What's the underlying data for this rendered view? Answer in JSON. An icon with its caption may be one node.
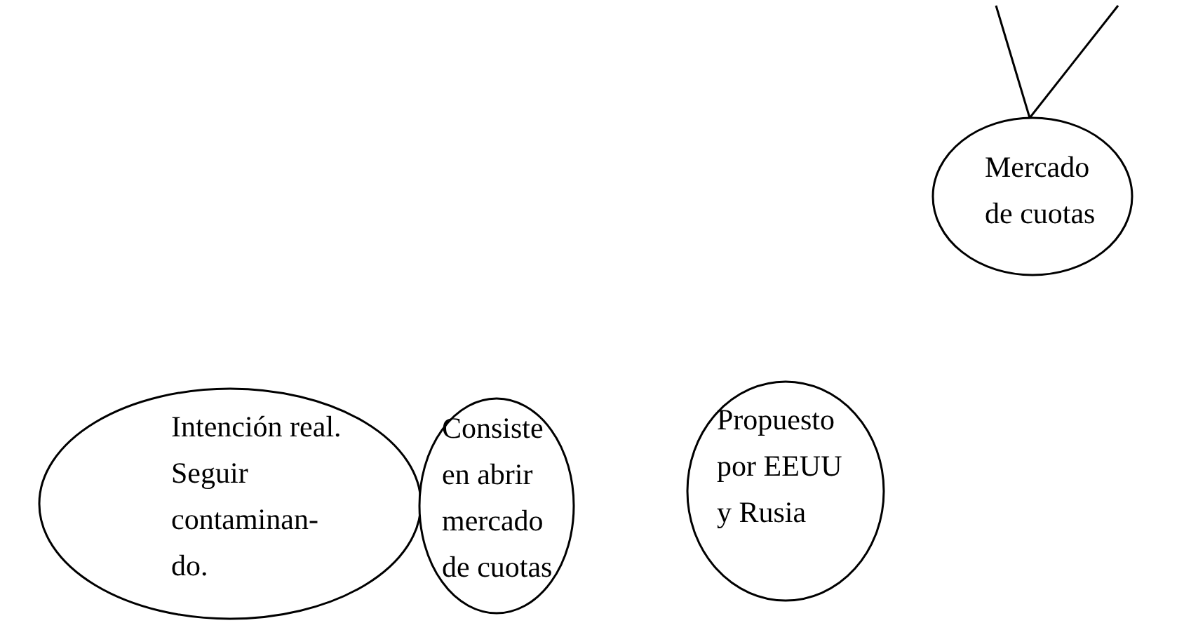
{
  "diagram": {
    "nodes": [
      {
        "text": [
          "Intención real. Seguir contaminan- do."
        ]
      },
      {
        "text": [
          "Consiste en abrir mercado de cuotas"
        ]
      },
      {
        "text": [
          "Propuesto por EEUU y Rusia"
        ]
      },
      {
        "text": [
          "Mercado de cuotas"
        ]
      }
    ],
    "edges": [
      {
        "from": 3,
        "to": null,
        "arrow": "none"
      },
      {
        "from": 3,
        "to": null,
        "arrow": "none"
      }
    ]
  }
}
